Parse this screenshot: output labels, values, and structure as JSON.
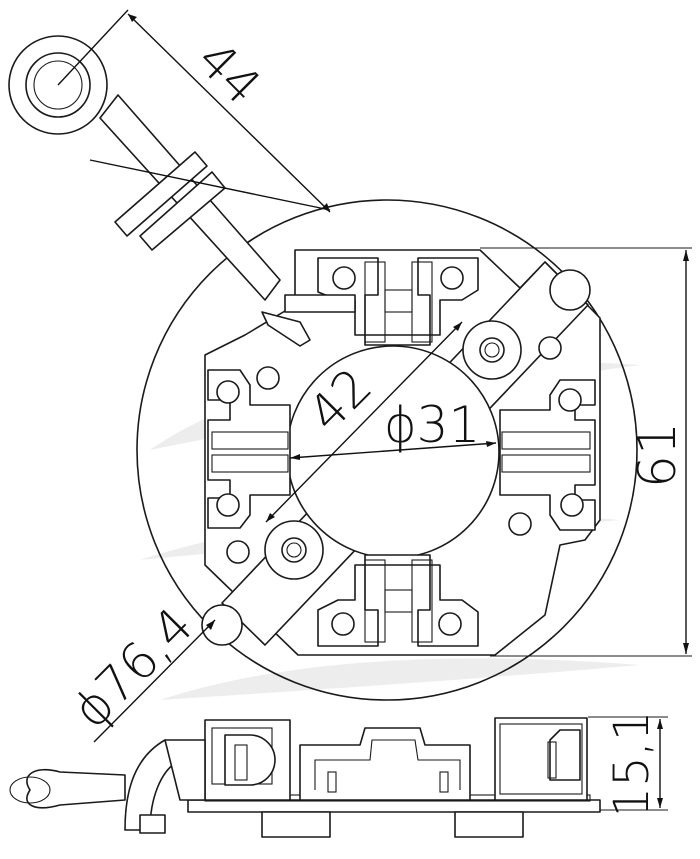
{
  "dimensions": {
    "lead_length": "44",
    "hole_spacing": "42",
    "inner_diameter": "ϕ31",
    "height_plan": "61",
    "outer_diameter": "ϕ76,4",
    "thickness": "15,1"
  }
}
